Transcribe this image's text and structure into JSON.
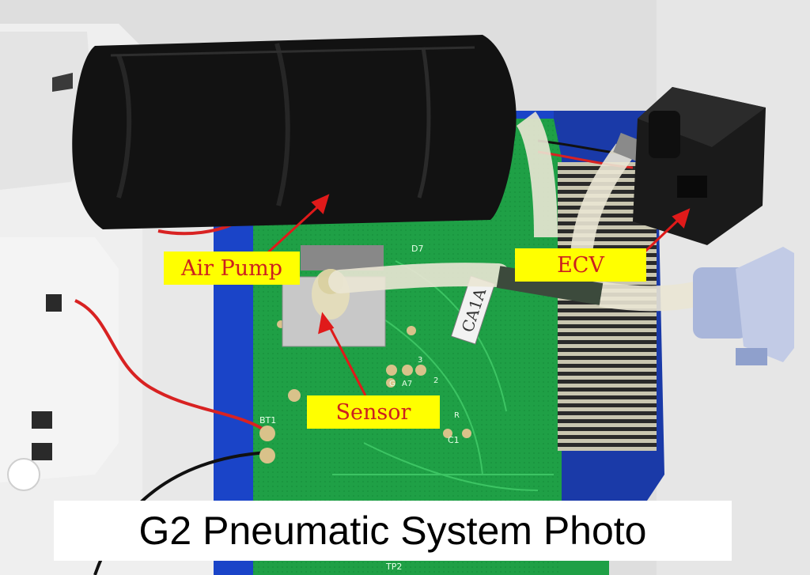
{
  "image": {
    "description_icons": [
      "air-pump-icon",
      "sensor-icon",
      "ecv-valve-icon"
    ],
    "colors": {
      "pcb_green": "#1fa046",
      "frame_blue": "#1a44c8",
      "label_bg": "#ffff00",
      "label_text": "#cc1f1f",
      "arrow": "#e01a1a"
    }
  },
  "labels": {
    "air_pump": "Air Pump",
    "ecv": "ECV",
    "sensor": "Sensor"
  },
  "pcb_silkscreen": {
    "chip_marking": "CA1A",
    "d7": "D7",
    "bt1": "BT1",
    "c1": "C1",
    "tp2": "TP2",
    "g": "G",
    "a7": "A7",
    "n3": "3",
    "n2": "2",
    "r": "R"
  },
  "caption": "G2 Pneumatic System Photo"
}
